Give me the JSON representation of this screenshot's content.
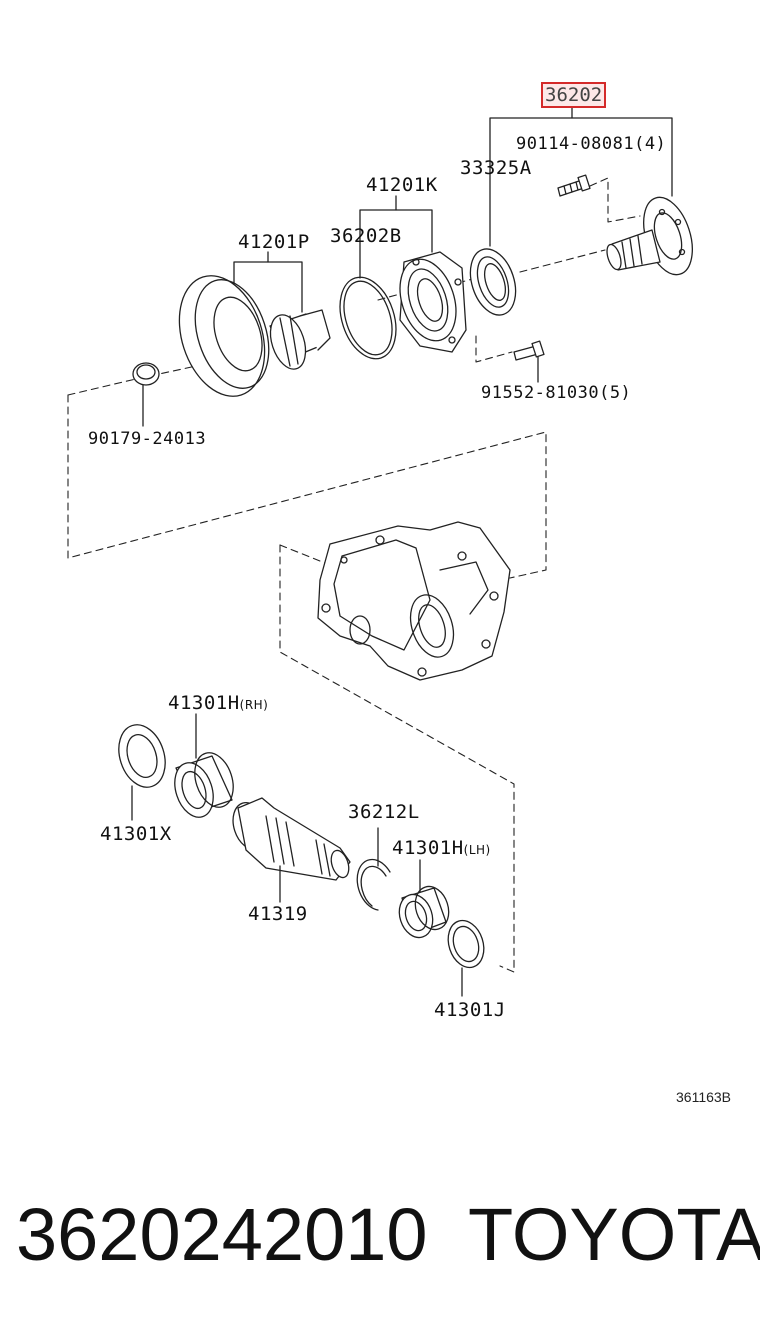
{
  "diagram": {
    "labels": {
      "p36202": "36202",
      "p90114": "90114-08081(4)",
      "p33325A": "33325A",
      "p41201K": "41201K",
      "p41201P": "41201P",
      "p36202B": "36202B",
      "p91552": "91552-81030(5)",
      "p90179": "90179-24013",
      "p41301H_rh": "41301H",
      "rh": "(RH)",
      "p41301X": "41301X",
      "p36212L": "36212L",
      "p41301H_lh": "41301H",
      "lh": "(LH)",
      "p41319": "41319",
      "p41301J": "41301J"
    },
    "reference_code": "361163B",
    "highlight_color": "#d42a2a"
  },
  "footer": {
    "part_number": "3620242010",
    "brand": "TOYOTA"
  }
}
